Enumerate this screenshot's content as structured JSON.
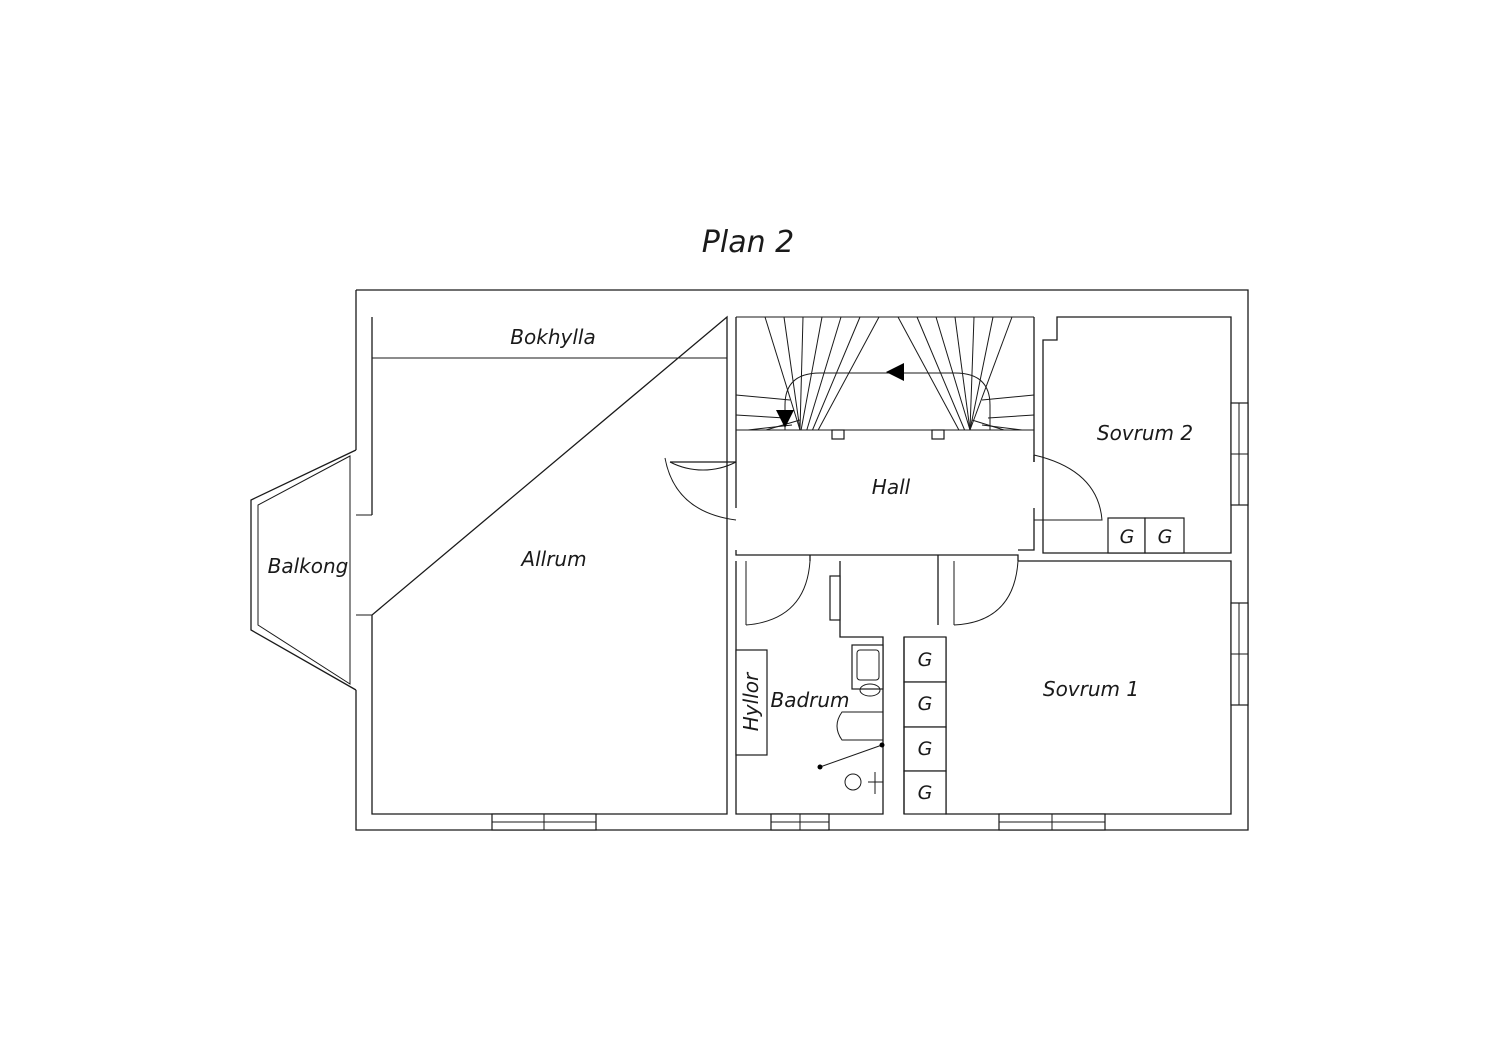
{
  "title": "Plan 2",
  "rooms": {
    "bokhylla": "Bokhylla",
    "allrum": "Allrum",
    "balkong": "Balkong",
    "hall": "Hall",
    "sovrum2": "Sovrum 2",
    "sovrum1": "Sovrum 1",
    "badrum": "Badrum",
    "hyllor": "Hyllor"
  },
  "closets": {
    "sovrum2": [
      "G",
      "G"
    ],
    "sovrum1": [
      "G",
      "G",
      "G",
      "G"
    ]
  }
}
